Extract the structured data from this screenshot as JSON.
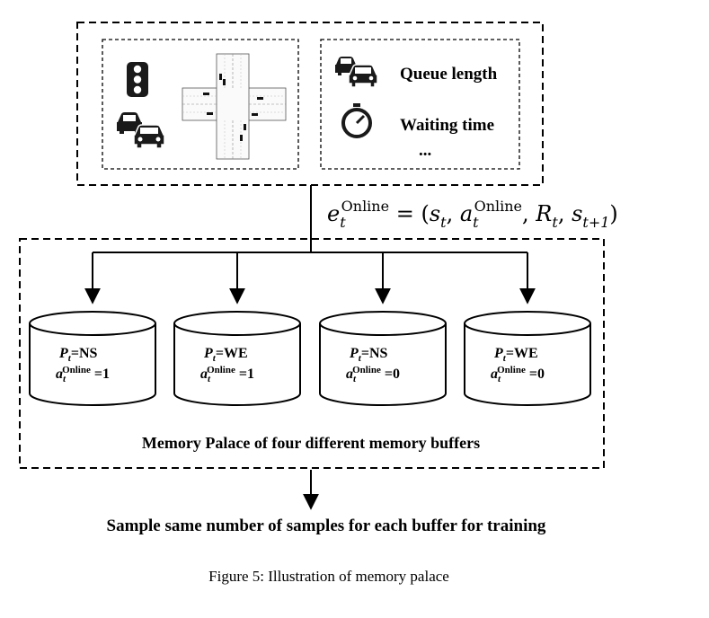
{
  "top_panel": {
    "metrics": {
      "queue_label": "Queue length",
      "wait_label": "Waiting time",
      "more_label": "..."
    },
    "icons": [
      "traffic-light",
      "cars",
      "intersection",
      "car",
      "stopwatch"
    ]
  },
  "equation": {
    "e": "e",
    "e_sub": "t",
    "e_sup": "Online",
    "eq": " = (",
    "s": "s",
    "s_sub": "t",
    "comma1": ", ",
    "a": "a",
    "a_sub": "t",
    "a_sup": "Online",
    "comma2": ", ",
    "R": "R",
    "R_sub": "t",
    "comma3": ", ",
    "s2": "s",
    "s2_sub": "t+1",
    "close": ")"
  },
  "buffers": [
    {
      "p": "P",
      "p_sub": "t",
      "p_val": "=NS",
      "a": "a",
      "a_sub": "t",
      "a_sup": "Online",
      "a_val": " =1"
    },
    {
      "p": "P",
      "p_sub": "t",
      "p_val": "=WE",
      "a": "a",
      "a_sub": "t",
      "a_sup": "Online",
      "a_val": " =1"
    },
    {
      "p": "P",
      "p_sub": "t",
      "p_val": "=NS",
      "a": "a",
      "a_sub": "t",
      "a_sup": "Online",
      "a_val": " =0"
    },
    {
      "p": "P",
      "p_sub": "t",
      "p_val": "=WE",
      "a": "a",
      "a_sub": "t",
      "a_sup": "Online",
      "a_val": " =0"
    }
  ],
  "palace_label": "Memory Palace of four different memory buffers",
  "sample_label": "Sample same number of samples for each buffer for training",
  "caption": "Figure 5: Illustration of memory palace"
}
